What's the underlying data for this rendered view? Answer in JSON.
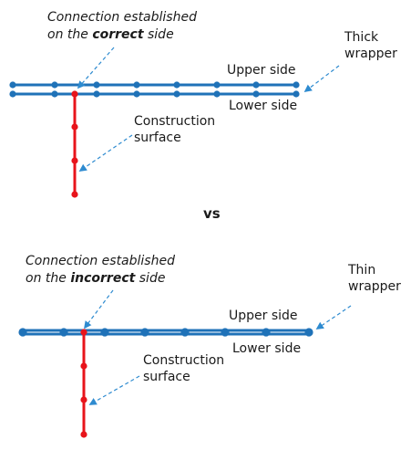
{
  "colors": {
    "wrapper": "#1f72b8",
    "surface": "#e8141b",
    "arrow": "#2e8bd0"
  },
  "top": {
    "caption_line1": "Connection established",
    "caption_line2_prefix": "on the ",
    "caption_line2_emph": "correct",
    "caption_line2_suffix": " side",
    "wrapper_label_line1": "Thick",
    "wrapper_label_line2": "wrapper",
    "upper_side": "Upper side",
    "lower_side": "Lower side",
    "surface_label_line1": "Construction",
    "surface_label_line2": "surface"
  },
  "separator": "vs",
  "bottom": {
    "caption_line1": "Connection established",
    "caption_line2_prefix": "on the ",
    "caption_line2_emph": "incorrect",
    "caption_line2_suffix": " side",
    "wrapper_label_line1": "Thin",
    "wrapper_label_line2": "wrapper",
    "upper_side": "Upper side",
    "lower_side": "Lower side",
    "surface_label_line1": "Construction",
    "surface_label_line2": "surface"
  }
}
